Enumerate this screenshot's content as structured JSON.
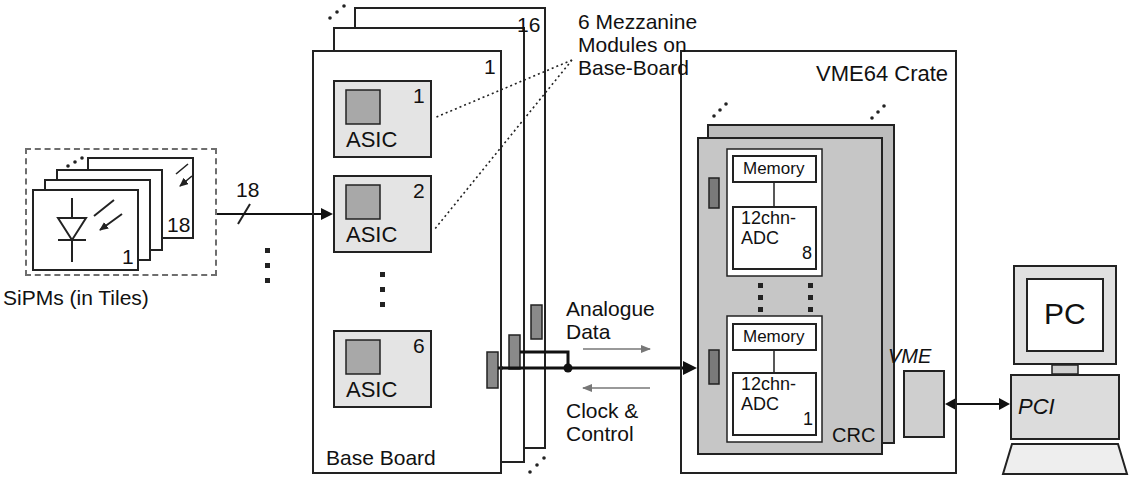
{
  "diagram": {
    "nodes": [
      {
        "text": [
          "SiPMs (in Tiles)"
        ]
      },
      {
        "text": [
          "16"
        ]
      },
      {
        "text": [
          "1",
          "Base Board"
        ]
      },
      {
        "text": [
          "1",
          "ASIC"
        ],
        "in": 2
      },
      {
        "text": [
          "2",
          "ASIC"
        ],
        "in": 2
      },
      {
        "text": [
          "6",
          "ASIC"
        ],
        "in": 2
      },
      {
        "text": [
          "VME64 Crate"
        ]
      },
      {
        "text": [
          "CRC"
        ],
        "in": 6
      },
      {
        "text": [
          "Memory"
        ],
        "in": 7
      },
      {
        "text": [
          "12chn- ADC",
          "8"
        ],
        "in": 7
      },
      {
        "text": [
          "Memory"
        ],
        "in": 7
      },
      {
        "text": [
          "12chn- ADC",
          "1"
        ],
        "in": 7
      },
      {
        "text": [
          "VME"
        ],
        "in": 6
      },
      {
        "text": [
          "PC"
        ]
      },
      {
        "text": [
          "PCI"
        ]
      }
    ],
    "edges": [
      {
        "from": 0,
        "to": 4,
        "arrow": "to",
        "label": "18"
      },
      {
        "from": 2,
        "to": 7,
        "arrow": "to"
      },
      {
        "from": 12,
        "to": 14,
        "arrow": "both"
      }
    ],
    "labels": [
      "1",
      "18",
      "6 Mezzanine Modules on Base-Board",
      "Analogue Data",
      "Clock & Control"
    ]
  }
}
